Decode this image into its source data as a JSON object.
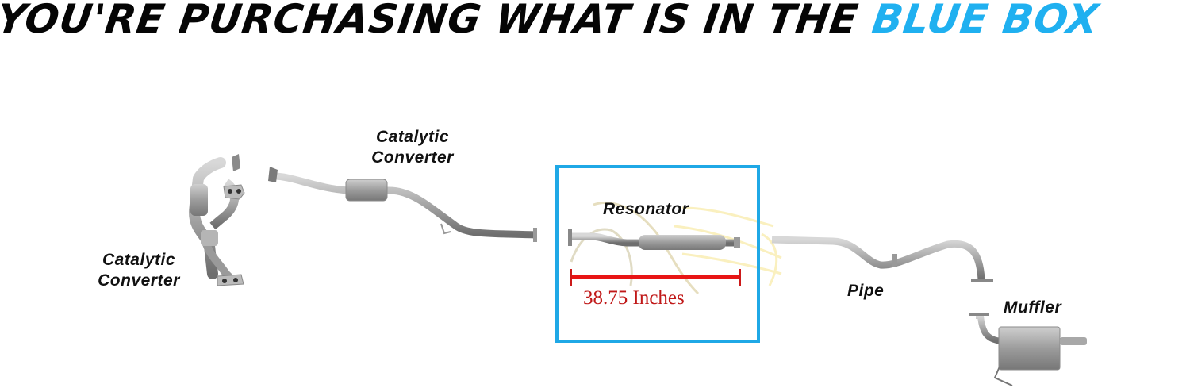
{
  "headline": {
    "prefix": "YOU'RE PURCHASING WHAT IS IN THE ",
    "highlight": "BLUE BOX",
    "colors": {
      "text": "#050505",
      "highlight": "#1fb0f0"
    }
  },
  "parts": [
    {
      "id": "front-cat",
      "label_line1": "Catalytic",
      "label_line2": "Converter"
    },
    {
      "id": "mid-cat",
      "label_line1": "Catalytic",
      "label_line2": "Converter"
    },
    {
      "id": "resonator",
      "label": "Resonator",
      "selected": true
    },
    {
      "id": "pipe",
      "label": "Pipe"
    },
    {
      "id": "muffler",
      "label": "Muffler"
    }
  ],
  "measurement": {
    "text": "38.75 Inches",
    "color": "#c01818"
  },
  "selection_box": {
    "color": "#1fa8e6"
  }
}
